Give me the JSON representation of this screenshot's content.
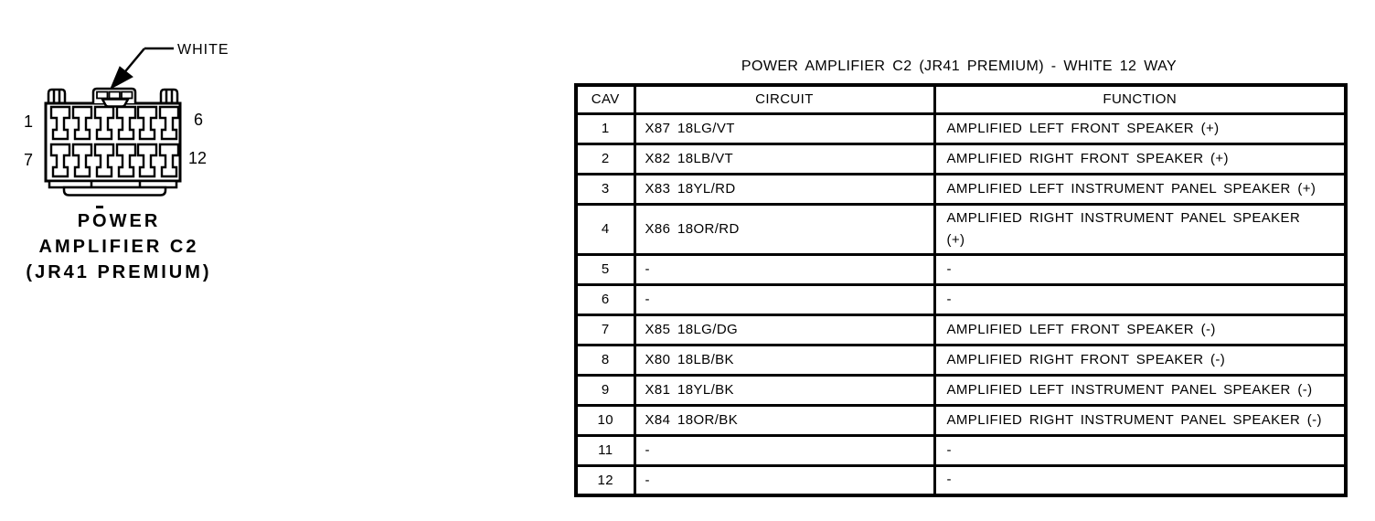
{
  "colors": {
    "ink": "#000000",
    "paper": "#ffffff"
  },
  "connector": {
    "color_label": "WHITE",
    "pin_numbers": {
      "row1_start": "1",
      "row1_end": "6",
      "row2_start": "7",
      "row2_end": "12"
    },
    "caption_lines": [
      "POWER",
      "AMPLIFIER C2",
      "(JR41 PREMIUM)"
    ]
  },
  "pinout": {
    "title": "POWER AMPLIFIER C2 (JR41 PREMIUM) - WHITE 12 WAY",
    "headers": [
      "CAV",
      "CIRCUIT",
      "FUNCTION"
    ],
    "rows": [
      {
        "cav": "1",
        "circuit": "X87 18LG/VT",
        "function": "AMPLIFIED LEFT FRONT SPEAKER (+)"
      },
      {
        "cav": "2",
        "circuit": "X82 18LB/VT",
        "function": "AMPLIFIED RIGHT FRONT SPEAKER (+)"
      },
      {
        "cav": "3",
        "circuit": "X83 18YL/RD",
        "function": "AMPLIFIED LEFT INSTRUMENT PANEL SPEAKER (+)"
      },
      {
        "cav": "4",
        "circuit": "X86 18OR/RD",
        "function": "AMPLIFIED RIGHT INSTRUMENT PANEL SPEAKER\n(+)"
      },
      {
        "cav": "5",
        "circuit": "-",
        "function": "-"
      },
      {
        "cav": "6",
        "circuit": "-",
        "function": "-"
      },
      {
        "cav": "7",
        "circuit": "X85 18LG/DG",
        "function": "AMPLIFIED LEFT FRONT SPEAKER (-)"
      },
      {
        "cav": "8",
        "circuit": "X80 18LB/BK",
        "function": "AMPLIFIED RIGHT FRONT SPEAKER (-)"
      },
      {
        "cav": "9",
        "circuit": "X81 18YL/BK",
        "function": "AMPLIFIED LEFT INSTRUMENT PANEL SPEAKER (-)"
      },
      {
        "cav": "10",
        "circuit": "X84 18OR/BK",
        "function": "AMPLIFIED RIGHT INSTRUMENT PANEL SPEAKER (-)"
      },
      {
        "cav": "11",
        "circuit": "-",
        "function": "-"
      },
      {
        "cav": "12",
        "circuit": "-",
        "function": "-"
      }
    ]
  }
}
